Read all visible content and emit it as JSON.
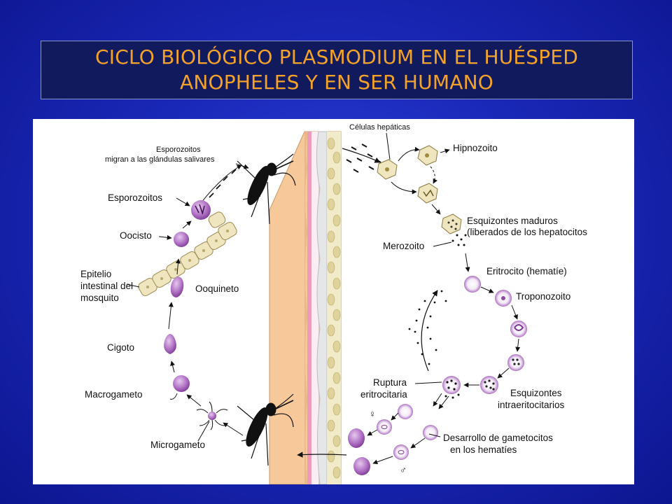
{
  "slide": {
    "title_line1": "CICLO BIOLÓGICO PLASMODIUM EN EL HUÉSPED",
    "title_line2": "ANOPHELES Y EN SER HUMANO",
    "title_color": "#f3a22a",
    "background_color": "#1a28b8"
  },
  "diagram": {
    "labels": {
      "celulas_hepaticas": "Células hepáticas",
      "hipnozoito": "Hipnozoito",
      "esquizontes_maduros_1": "Esquizontes maduros",
      "esquizontes_maduros_2": "(liberados de los hepatocitos",
      "merozoito": "Merozoito",
      "eritrocito": "Eritrocito (hematíe)",
      "troponozoito": "Troponozoito",
      "esquizontes_intra_1": "Esquizontes",
      "esquizontes_intra_2": "intraeritocitarios",
      "ruptura_1": "Ruptura",
      "ruptura_2": "eritrocitaria",
      "gametocitos_1": "Desarrollo de gametocitos",
      "gametocitos_2": "en los hematíes",
      "female_symbol": "♀",
      "male_symbol": "♂",
      "esporozoitos_migran_1": "Esporozoitos",
      "esporozoitos_migran_2": "migran a las glándulas salivares",
      "esporozoitos": "Esporozoitos",
      "oocisto": "Oocisto",
      "epitelio_1": "Epitelio",
      "epitelio_2": "intestinal del",
      "epitelio_3": "mosquito",
      "ooquineto": "Ooquineto",
      "cigoto": "Cigoto",
      "macrogameto": "Macrogameto",
      "microgameto": "Microgameto"
    },
    "colors": {
      "skin": "#f6c89a",
      "parasite": "#a55cb8",
      "hepatocyte": "#efe6c0",
      "erythrocyte_rim": "#9a4fb0"
    }
  }
}
